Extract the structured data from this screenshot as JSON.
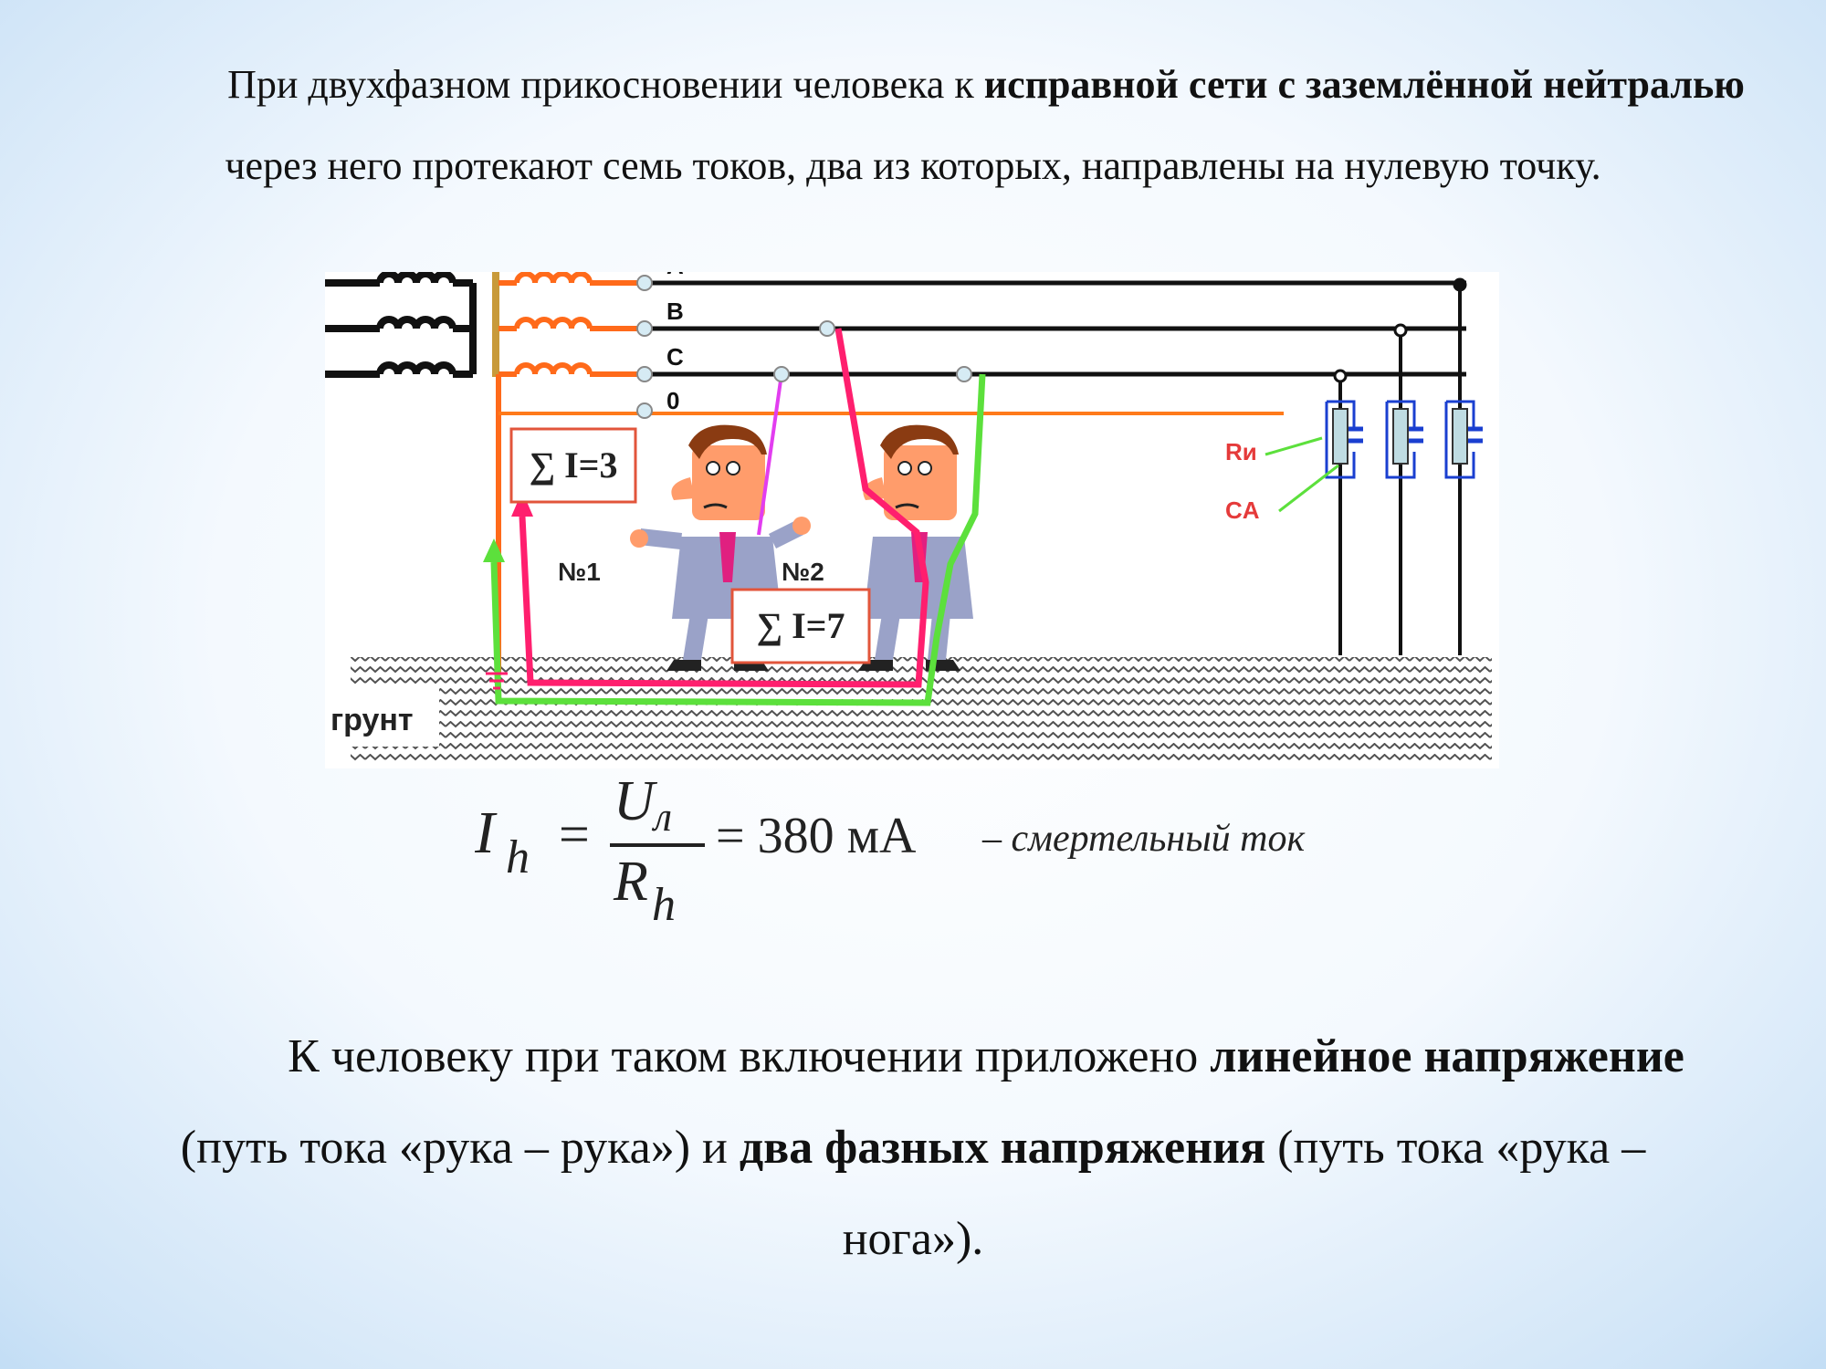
{
  "para1": {
    "t1": "При двухфазном прикосновении человека к ",
    "b1": "исправной сети с заземлённой нейтралью",
    "t2": " через него протекают семь токов, два из которых, направлены на нулевую точку."
  },
  "diagram": {
    "phases": [
      "A",
      "B",
      "C",
      "0"
    ],
    "sum1": "∑ I=3",
    "sum2": "∑ I=7",
    "person1": "№1",
    "person2": "№2",
    "ground": "грунт",
    "r_label": "Rи",
    "c_label": "CA",
    "colors": {
      "danger": "#ff1f6e",
      "safe": "#5ce03c",
      "wire": "#111111",
      "neutral": "#ff7a1a",
      "capacitor": "#1a3fd0"
    }
  },
  "formula": {
    "lhs": "I",
    "lhs_sub": "h",
    "numerator": "U",
    "numerator_sub": "л",
    "denominator": "R",
    "denominator_sub": "h",
    "value": "= 380 мА",
    "note": "– смертельный ток"
  },
  "para2": {
    "t1": "К человеку при таком включении приложено ",
    "b1": "линейное напряжение",
    "t2": " (путь тока «рука – рука») и ",
    "b2": "два фазных напряжения",
    "t3": " (путь тока «рука – нога»)."
  }
}
